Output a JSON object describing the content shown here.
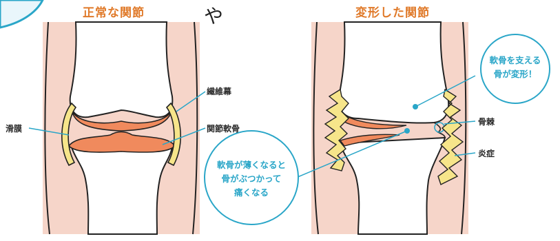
{
  "titles": {
    "normal": "正常な関節",
    "deformed": "変形した関節",
    "connector": "や"
  },
  "labels": {
    "synovium": "滑膜",
    "fibrous_membrane": "繊維幕",
    "articular_cartilage": "関節軟骨",
    "bone_spur": "骨棘",
    "inflammation": "炎症"
  },
  "notes": {
    "deform_line1": "軟骨を支える",
    "deform_line2": "骨が変形！",
    "thin_line1": "軟骨が薄くなると",
    "thin_line2": "骨がぶつかって",
    "thin_line3": "痛くなる"
  },
  "colors": {
    "title": "#e07a2a",
    "accent": "#2aa6c8",
    "skin": "#f6d5c9",
    "cartilage": "#f08a5d",
    "membrane": "#f6e58a",
    "outline": "#222222"
  }
}
